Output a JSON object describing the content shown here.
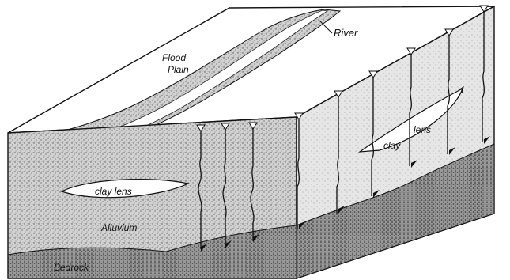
{
  "labels": {
    "flood_plain_line1": "Flood",
    "flood_plain_line2": "Plain",
    "river": "River",
    "clay_lens_left": "clay lens",
    "clay_lens_right_1": "clay",
    "clay_lens_right_2": "lens",
    "alluvium": "Alluvium",
    "bedrock": "Bedrock"
  },
  "colors": {
    "ink": "#111111",
    "sediment": "#b9b9b9",
    "bedrock": "#7a7a7a",
    "paper": "#ffffff"
  },
  "wells": {
    "count": 9,
    "marker_icon": "water-table-triangle"
  }
}
